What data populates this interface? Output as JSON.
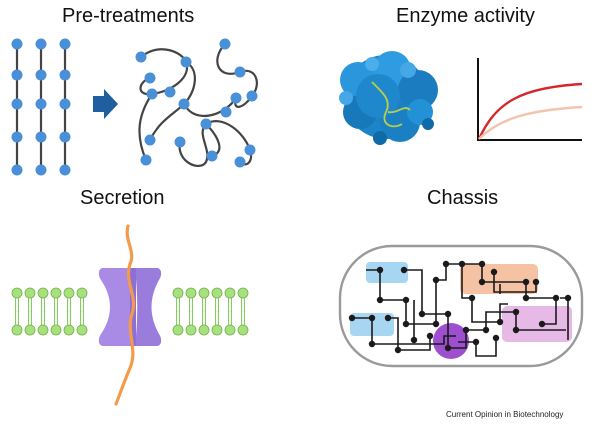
{
  "panels": {
    "pretreatments": {
      "title": "Pre-treatments"
    },
    "enzyme_activity": {
      "title": "Enzyme activity"
    },
    "secretion": {
      "title": "Secretion"
    },
    "chassis": {
      "title": "Chassis"
    }
  },
  "credit": "Current Opinion in Biotechnology",
  "colors": {
    "node_blue": "#4a90d9",
    "arrow_blue": "#1f5fa0",
    "protein_blue": "#1d84c8",
    "curve_red": "#d3282d",
    "curve_light": "#f2c4ad",
    "lipid_green": "#a7e07c",
    "channel_purple": "#a98be6",
    "peptide_orange": "#f39a4b",
    "module_blue": "#a7d6f2",
    "module_orange": "#f5c3a3",
    "module_pink": "#e6b9e6",
    "hub_purple": "#9d4fcf"
  }
}
